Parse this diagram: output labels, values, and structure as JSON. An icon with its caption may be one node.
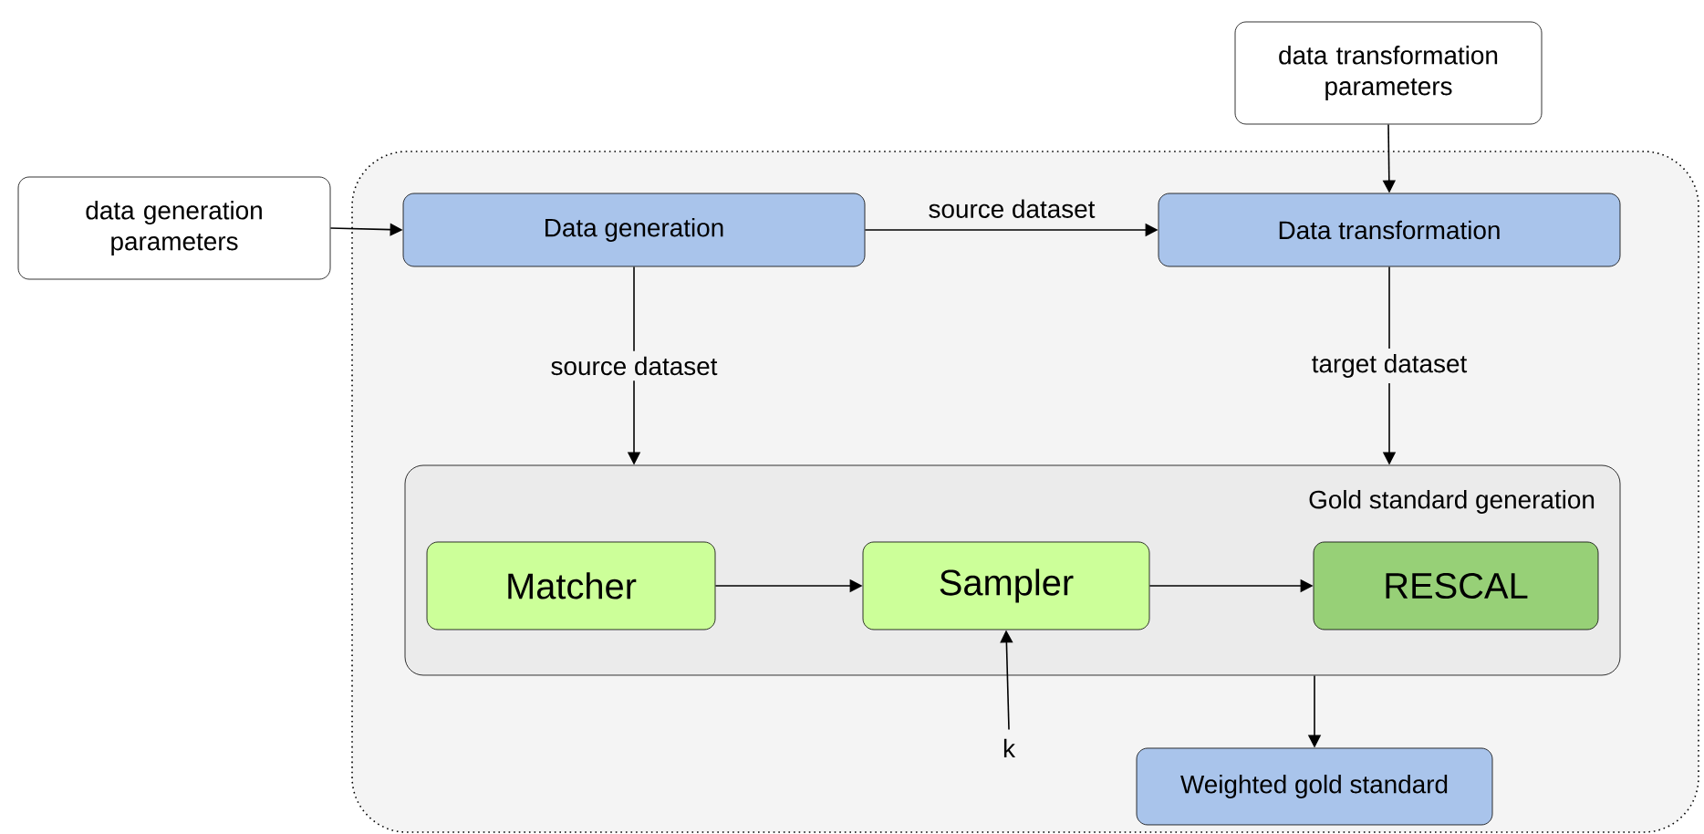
{
  "diagram": {
    "nodes": [
      {
        "text": [],
        "shape": "box"
      },
      {
        "text": [
          "data generation parameters"
        ]
      },
      {
        "text": [
          "data transformation parameters"
        ]
      },
      {
        "text": [
          "Data generation"
        ],
        "in": 0
      },
      {
        "text": [
          "Data transformation"
        ],
        "in": 0
      },
      {
        "text": [
          "Gold standard generation"
        ],
        "in": 0
      },
      {
        "text": [
          "Matcher"
        ],
        "in": 5
      },
      {
        "text": [
          "Sampler"
        ],
        "in": 5
      },
      {
        "text": [
          "RESCAL"
        ],
        "in": 5
      },
      {
        "text": [
          "k"
        ],
        "in": 0
      },
      {
        "text": [
          "Weighted gold standard"
        ],
        "in": 0
      }
    ],
    "edges": [
      {
        "from": 1,
        "to": 3,
        "arrow": "to"
      },
      {
        "from": 3,
        "to": 4,
        "arrow": "to",
        "label": "source dataset"
      },
      {
        "from": 2,
        "to": 4,
        "arrow": "to"
      },
      {
        "from": 3,
        "to": 5,
        "arrow": "to",
        "label": "source dataset"
      },
      {
        "from": 4,
        "to": 5,
        "arrow": "to",
        "label": "target dataset"
      },
      {
        "from": 6,
        "to": 7,
        "arrow": "to"
      },
      {
        "from": 7,
        "to": 8,
        "arrow": "to"
      },
      {
        "from": 9,
        "to": 7,
        "arrow": "to"
      },
      {
        "from": 5,
        "to": 10,
        "arrow": "to"
      }
    ]
  }
}
